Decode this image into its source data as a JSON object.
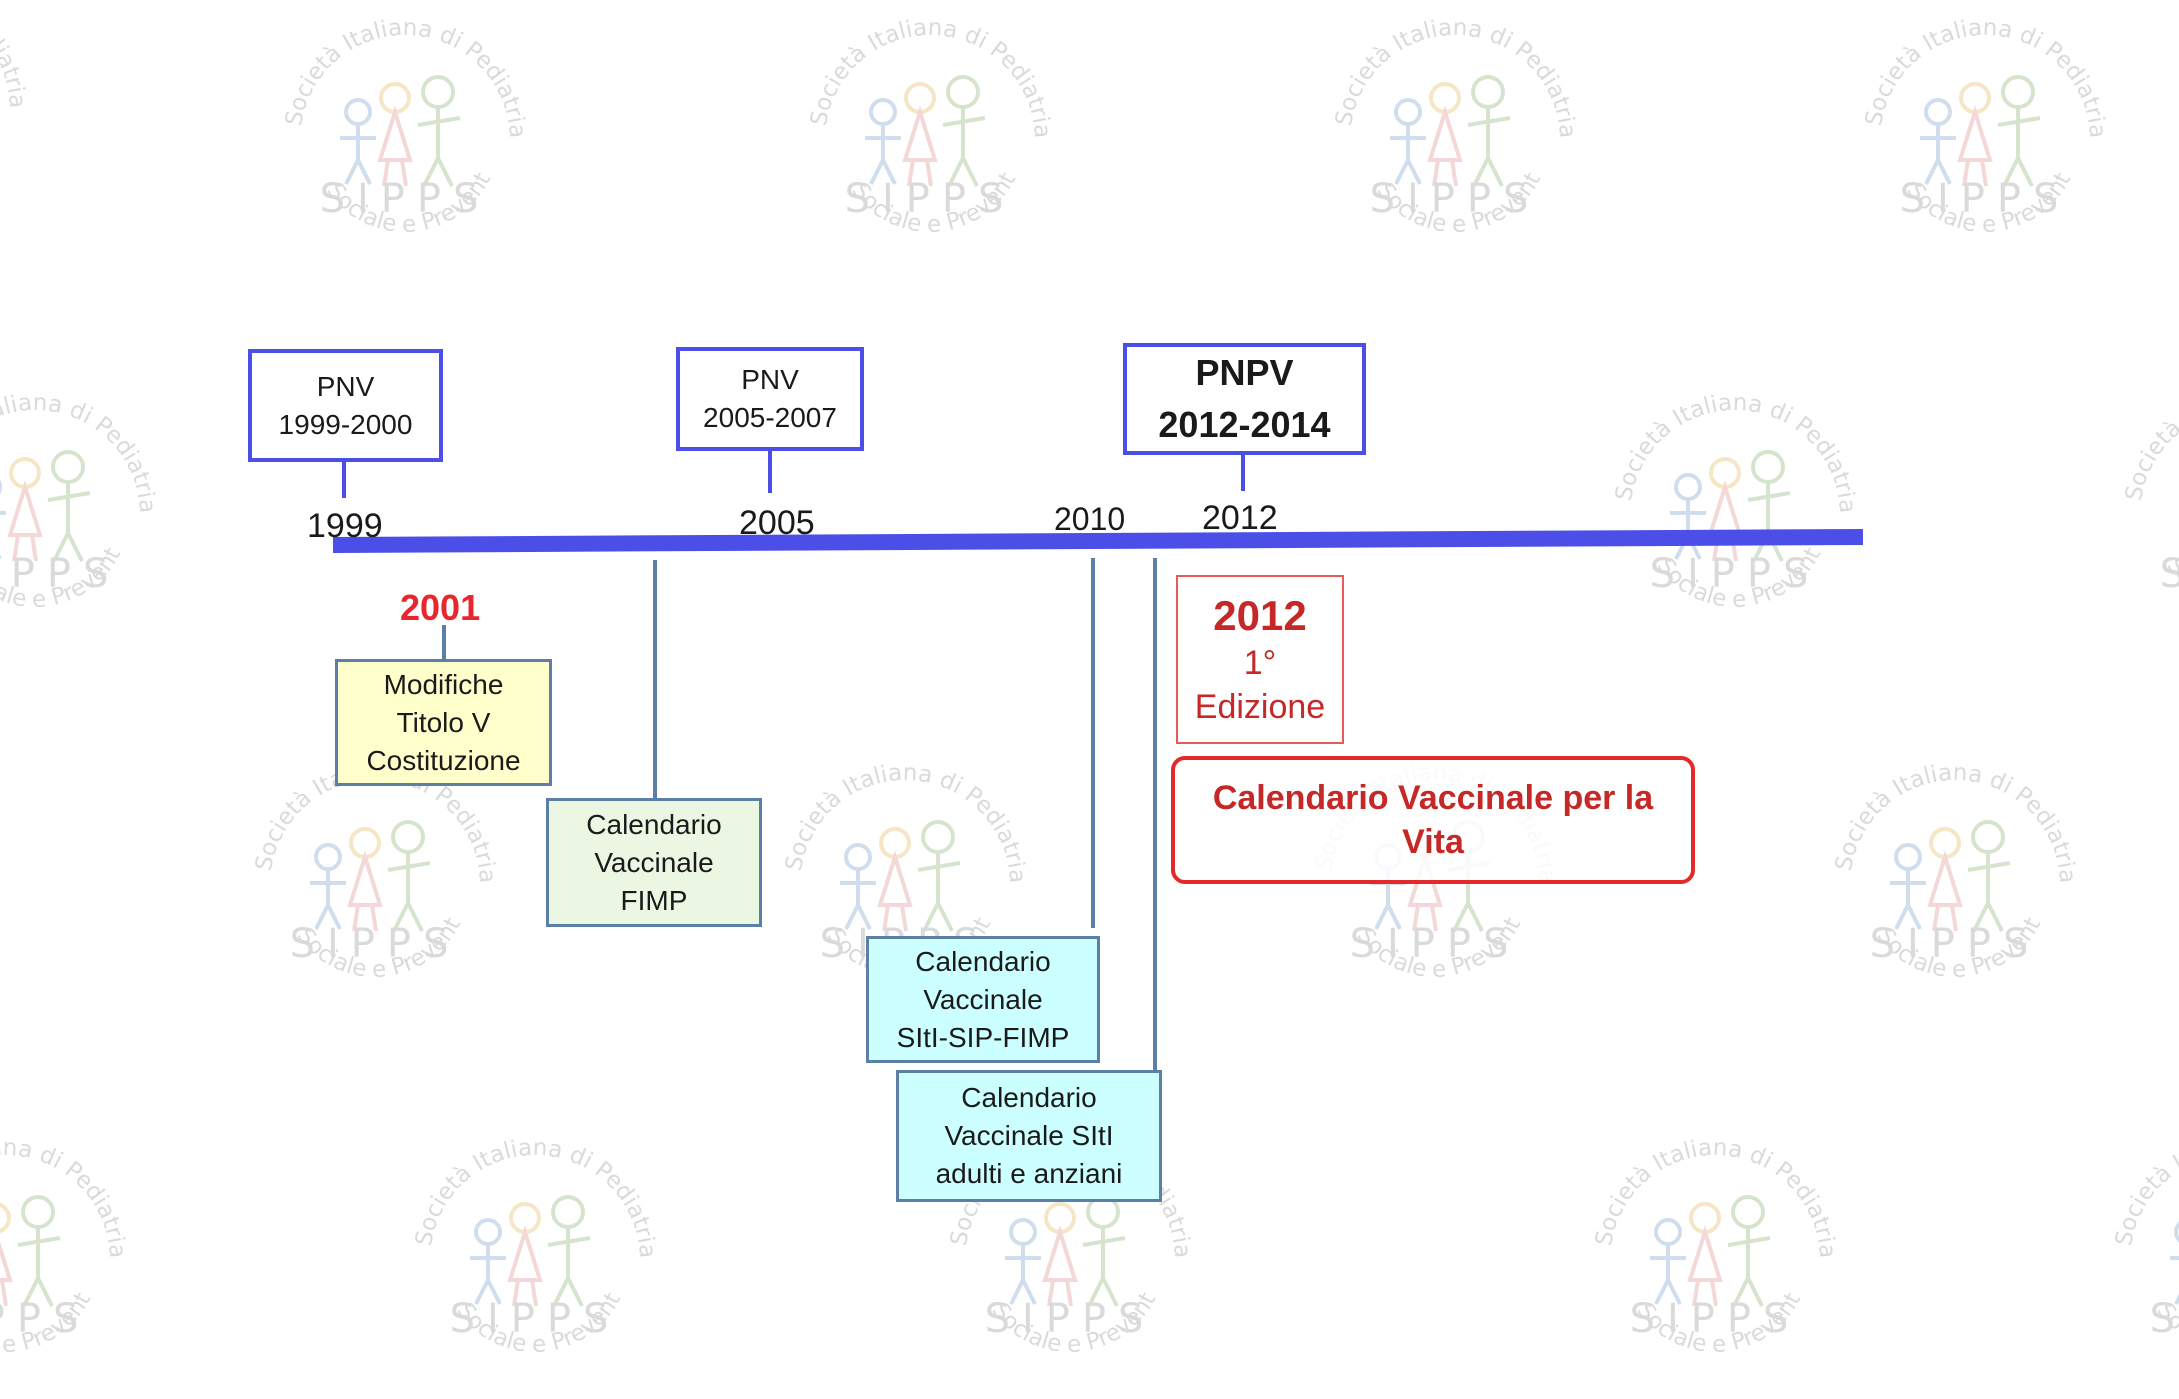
{
  "watermark": {
    "arc_top": "Società Italiana di Pediatria",
    "arc_bottom": "Sociale e Preventiva",
    "acronym": "SIPPS"
  },
  "colors": {
    "timeline": "#4b4fe8",
    "connector": "#5b7fa6",
    "red": "#e8262d",
    "dark_red": "#c62828"
  },
  "plans": {
    "pnv_1999": {
      "line1": "PNV",
      "line2": "1999-2000"
    },
    "pnv_2005": {
      "line1": "PNV",
      "line2": "2005-2007"
    },
    "pnpv_2012": {
      "line1": "PNPV",
      "line2": "2012-2014"
    }
  },
  "years": {
    "y1999": "1999",
    "y2005": "2005",
    "y2010": "2010",
    "y2012": "2012",
    "y2001": "2001"
  },
  "events": {
    "modifiche": {
      "line1": "Modifiche",
      "line2": "Titolo V",
      "line3": "Costituzione"
    },
    "fimp": {
      "line1": "Calendario",
      "line2": "Vaccinale",
      "line3": "FIMP"
    },
    "siti_sip_fimp": {
      "line1": "Calendario",
      "line2": "Vaccinale",
      "line3": "SItI-SIP-FIMP"
    },
    "siti_adulti": {
      "line1": "Calendario",
      "line2": "Vaccinale  SItI",
      "line3": "adulti e anziani"
    }
  },
  "edition": {
    "year": "2012",
    "line1": "1°",
    "line2": "Edizione"
  },
  "calendar_life": {
    "label": "Calendario Vaccinale per la Vita"
  }
}
